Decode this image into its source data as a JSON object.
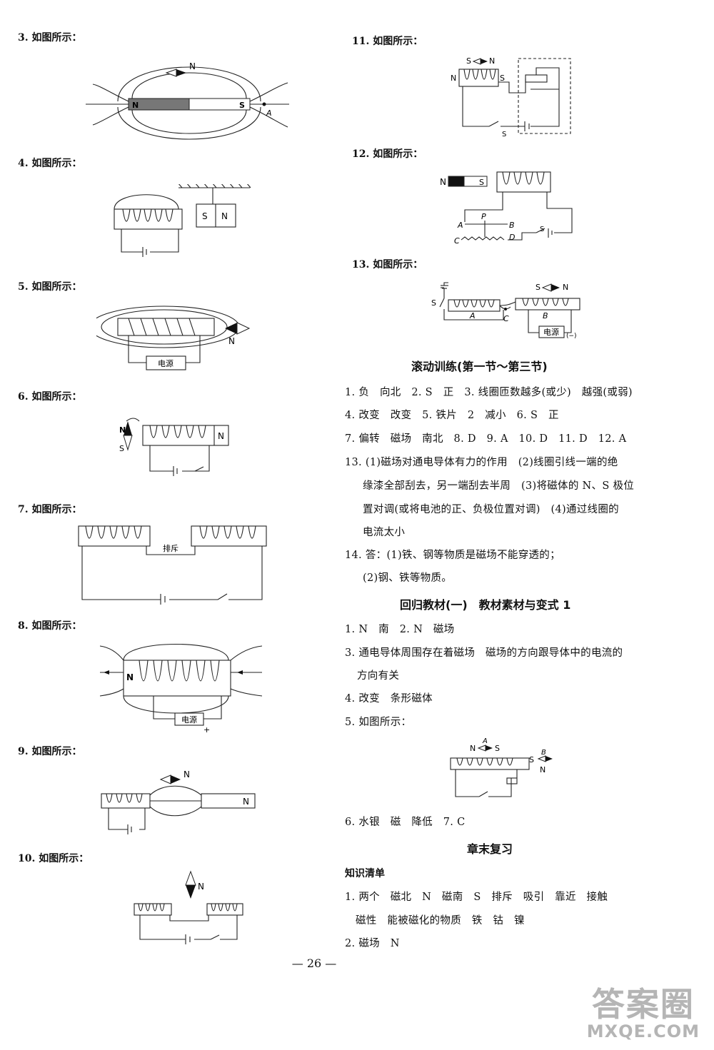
{
  "left": {
    "q3": {
      "label": "3. 如图所示：",
      "labels": {
        "n_pole": "N",
        "s_pole": "S",
        "needle_n": "N",
        "point_a": "A"
      }
    },
    "q4": {
      "label": "4. 如图所示：",
      "labels": {
        "s": "S",
        "n": "N"
      }
    },
    "q5": {
      "label": "5. 如图所示：",
      "labels": {
        "source": "电源",
        "n": "N"
      }
    },
    "q6": {
      "label": "6. 如图所示：",
      "labels": {
        "needle_n": "N",
        "needle_s": "S",
        "coil_n": "N"
      }
    },
    "q7": {
      "label": "7. 如图所示：",
      "labels": {
        "repel": "排斥"
      }
    },
    "q8": {
      "label": "8. 如图所示：",
      "labels": {
        "n": "N",
        "source": "电源",
        "plus": "+"
      }
    },
    "q9": {
      "label": "9. 如图所示：",
      "labels": {
        "needle_n": "N",
        "magnet_n": "N"
      }
    },
    "q10": {
      "label": "10. 如图所示：",
      "labels": {
        "needle_n": "N"
      }
    }
  },
  "right": {
    "q11": {
      "label": "11. 如图所示：",
      "labels": {
        "s_top": "S",
        "n_top": "N",
        "n_left": "N",
        "s_right": "S",
        "switch_s": "S"
      }
    },
    "q12": {
      "label": "12. 如图所示：",
      "labels": {
        "n": "N",
        "s": "S",
        "p": "P",
        "a": "A",
        "b": "B",
        "c": "C",
        "d": "D",
        "switch_s": "S"
      }
    },
    "q13": {
      "label": "13. 如图所示：",
      "labels": {
        "switch_s": "S",
        "a": "A",
        "b": "B",
        "c": "C",
        "needle_s": "S",
        "needle_n": "N",
        "source": "电源",
        "minus": "(−)"
      }
    },
    "section1": {
      "title": "滚动训练(第一节～第三节)",
      "lines": [
        "1. 负　向北　2. S　正　3. 线圈匝数越多(或少)　越强(或弱)",
        "4. 改变　改变　5. 铁片　2　减小　6. S　正",
        "7. 偏转　磁场　南北　8. D　9. A　10. D　11. D　12. A",
        "13. (1)磁场对通电导体有力的作用　(2)线圈引线一端的绝",
        "缘漆全部刮去，另一端刮去半周　(3)将磁体的 N、S 极位",
        "置对调(或将电池的正、负极位置对调)　(4)通过线圈的",
        "电流太小",
        "14. 答：(1)铁、钢等物质是磁场不能穿透的；",
        "(2)钢、铁等物质。"
      ]
    },
    "section2": {
      "title": "回归教材(一)　教材素材与变式 1",
      "lines": [
        "1. N　南　2. N　磁场",
        "3. 通电导体周围存在着磁场　磁场的方向跟导体中的电流的",
        "方向有关",
        "4. 改变　条形磁体",
        "5. 如图所示："
      ],
      "fig_labels": {
        "n_left": "N",
        "a": "A",
        "s_mid": "S",
        "s_right": "S",
        "b": "B",
        "n_right": "N"
      },
      "after_fig": "6. 水银　磁　降低　7. C"
    },
    "section3": {
      "title": "章末复习",
      "subhead": "知识清单",
      "lines": [
        "1. 两个　磁北　N　磁南　S　排斥　吸引　靠近　接触",
        "磁性　能被磁化的物质　铁　钴　镍",
        "2. 磁场　N"
      ]
    }
  },
  "page_number": "— 26 —",
  "watermark": {
    "logo": "答案圈",
    "url": "MXQE.COM"
  }
}
